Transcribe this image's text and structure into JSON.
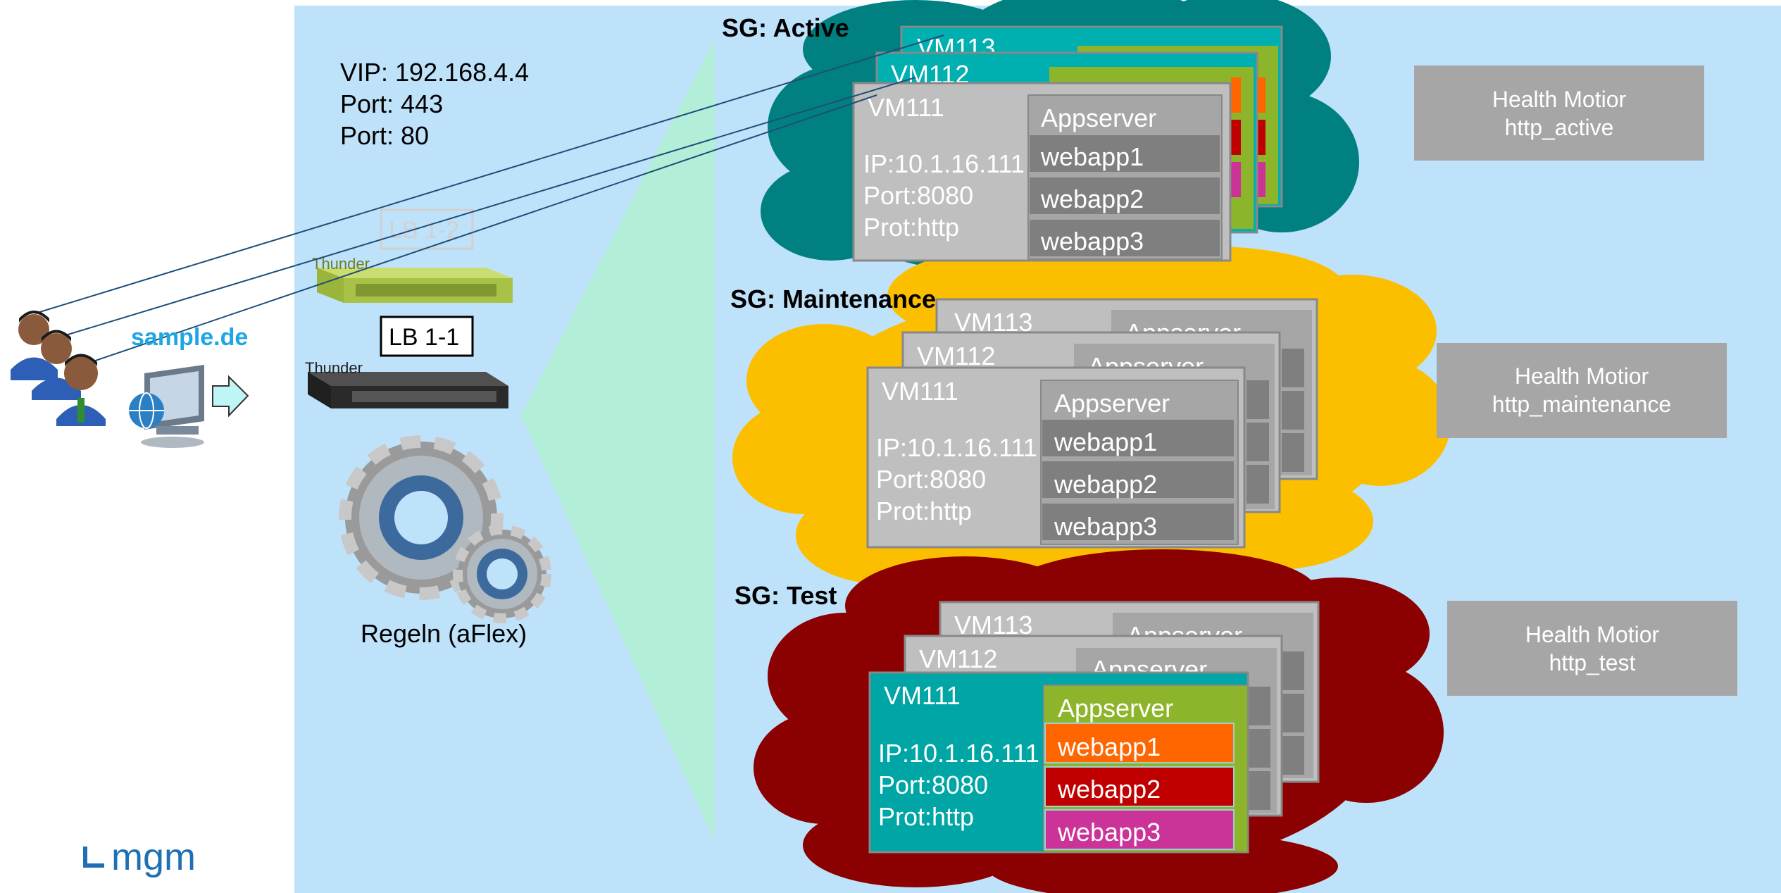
{
  "vip": {
    "line1": "VIP: 192.168.4.4",
    "line2": "Port: 443",
    "line3": "Port: 80"
  },
  "client": {
    "domain_label": "sample.de"
  },
  "lb": {
    "lb2": "LB 1-2",
    "lb1": "LB 1-1",
    "brand": "Thunder"
  },
  "rules_label": "Regeln (aFlex)",
  "logo": "mgm",
  "colors": {
    "panel": "#bfe2fb",
    "wedge": "#b3efd8",
    "active_cloud": "#008080",
    "maintenance_cloud": "#fbbf00",
    "test_cloud": "#8b0000",
    "monitor": "#a6a6a6"
  },
  "groups": [
    {
      "title": "SG: Active",
      "vms": [
        "VM113",
        "VM112",
        "VM111"
      ],
      "front": {
        "name": "VM111",
        "ip": "IP:10.1.16.111",
        "port": "Port:8080",
        "prot": "Prot:http",
        "appserver": "Appserver",
        "apps": [
          "webapp1",
          "webapp2",
          "webapp3"
        ]
      },
      "monitor": [
        "Health Motior",
        "http_active"
      ]
    },
    {
      "title": "SG: Maintenance",
      "vms": [
        "VM113",
        "VM112",
        "VM111"
      ],
      "front": {
        "name": "VM111",
        "ip": "IP:10.1.16.111",
        "port": "Port:8080",
        "prot": "Prot:http",
        "appserver": "Appserver",
        "apps": [
          "webapp1",
          "webapp2",
          "webapp3"
        ]
      },
      "back_appserver": "Appserver",
      "monitor": [
        "Health Motior",
        "http_maintenance"
      ]
    },
    {
      "title": "SG: Test",
      "vms": [
        "VM113",
        "VM112",
        "VM111"
      ],
      "front": {
        "name": "VM111",
        "ip": "IP:10.1.16.111",
        "port": "Port:8080",
        "prot": "Prot:http",
        "appserver": "Appserver",
        "apps": [
          "webapp1",
          "webapp2",
          "webapp3"
        ]
      },
      "back_appserver": "Appserver",
      "monitor": [
        "Health Motior",
        "http_test"
      ]
    }
  ]
}
